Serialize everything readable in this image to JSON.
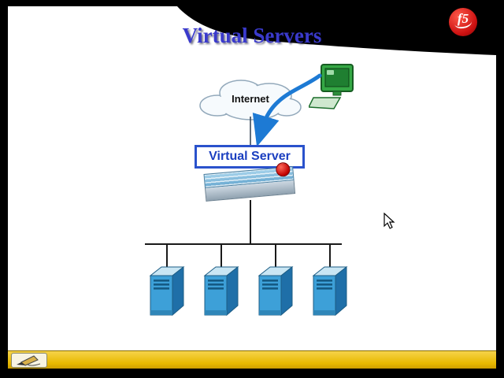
{
  "slide": {
    "title": "Virtual Servers",
    "logo_text": "f5"
  },
  "diagram": {
    "cloud_label": "Internet",
    "box_label": "Virtual Server",
    "server_count": 4
  },
  "icons": {
    "logo": "f5-logo-icon",
    "client": "workstation-icon",
    "arrow": "curved-arrow-icon",
    "device": "bigip-appliance-icon",
    "servers": "server-tower-icon",
    "pen": "pen-tool-icon",
    "pointer": "mouse-cursor"
  },
  "colors": {
    "title_blue": "#3a3acc",
    "logo_red": "#cc1111",
    "box_border": "#2a52cc",
    "box_text": "#1b3fc0",
    "arrow_blue": "#1d7ad4",
    "server_front": "#3da0d8",
    "server_side": "#1f6fa8",
    "server_top": "#c9e6f4",
    "bottom_bar_gold": "#f6d34a"
  }
}
